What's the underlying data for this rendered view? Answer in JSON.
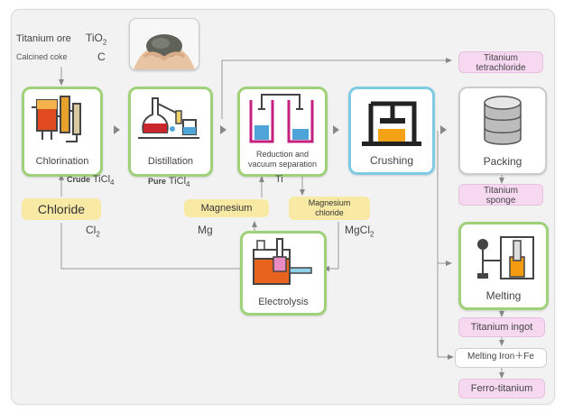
{
  "inputs": {
    "ore_label": "Titanium ore",
    "ore_formula": "TiO",
    "ore_formula_sub": "2",
    "coke_label": "Calcined coke",
    "coke_formula": "C"
  },
  "steps": {
    "chlorination": "Chlorination",
    "distillation": "Distillation",
    "reduction_line1": "Reduction and",
    "reduction_line2": "vacuum separation",
    "crushing": "Crushing",
    "packing": "Packing",
    "electrolysis": "Electrolysis",
    "melting": "Melting"
  },
  "flows": {
    "crude_prefix": "Crude",
    "crude_formula": "TiCl",
    "crude_sub": "4",
    "pure_prefix": "Pure",
    "pure_formula": "TiCl",
    "pure_sub": "4",
    "ti": "Ti",
    "cl2": "Cl",
    "cl2_sub": "2",
    "mg": "Mg",
    "mgcl2": "MgCl",
    "mgcl2_sub": "2"
  },
  "materials": {
    "chloride": "Chloride",
    "magnesium": "Magnesium",
    "magnesium_chloride_line1": "Magnesium",
    "magnesium_chloride_line2": "chloride"
  },
  "products": {
    "titanium_tetrachloride_line1": "Titanium",
    "titanium_tetrachloride_line2": "tetrachloride",
    "titanium_sponge_line1": "Titanium",
    "titanium_sponge_line2": "sponge",
    "titanium_ingot": "Titanium ingot",
    "melting_iron": "Melting Iron＋Fe",
    "ferro_titanium": "Ferro-titanium"
  },
  "colors": {
    "process_border": "#9fd179",
    "crushing_border": "#7fcbe4",
    "material_tag": "#f8e9a5",
    "product_tag": "#f6d8f1",
    "flow_line": "#999999"
  }
}
